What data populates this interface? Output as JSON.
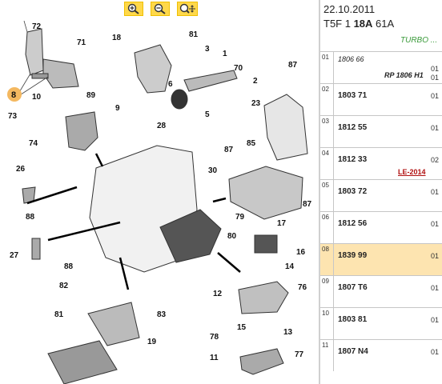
{
  "toolbar": {
    "zoom_in": "zoom-in-icon",
    "zoom_out": "zoom-out-icon",
    "zoom_pan": "zoom-pan-icon"
  },
  "diagram": {
    "callouts": [
      "72",
      "71",
      "8",
      "10",
      "89",
      "73",
      "9",
      "74",
      "18",
      "81",
      "3",
      "1",
      "70",
      "2",
      "6",
      "28",
      "5",
      "87",
      "23",
      "85",
      "87",
      "30",
      "26",
      "88",
      "27",
      "88",
      "79",
      "87",
      "80",
      "17",
      "16",
      "14",
      "82",
      "83",
      "81",
      "19",
      "12",
      "76",
      "13",
      "15",
      "78",
      "11",
      "77"
    ]
  },
  "header": {
    "date": "22.10.2011",
    "code_a": "T5F 1 ",
    "code_b": "18A",
    "code_c": " 61A",
    "variant": "TURBO ..."
  },
  "parts": [
    {
      "index": "01",
      "ref": "1806 66",
      "note": "RP 1806 H1",
      "qty": "01",
      "qty2": "01"
    },
    {
      "index": "02",
      "ref": "1803 71",
      "note": "",
      "qty": "01",
      "qty2": ""
    },
    {
      "index": "03",
      "ref": "1812 55",
      "note": "",
      "qty": "01",
      "qty2": ""
    },
    {
      "index": "04",
      "ref": "1812 33",
      "note": "LE-2014",
      "qty": "02",
      "qty2": ""
    },
    {
      "index": "05",
      "ref": "1803 72",
      "note": "",
      "qty": "01",
      "qty2": ""
    },
    {
      "index": "06",
      "ref": "1812 56",
      "note": "",
      "qty": "01",
      "qty2": ""
    },
    {
      "index": "08",
      "ref": "1839 99",
      "note": "",
      "qty": "01",
      "qty2": ""
    },
    {
      "index": "09",
      "ref": "1807 T6",
      "note": "",
      "qty": "01",
      "qty2": ""
    },
    {
      "index": "10",
      "ref": "1803 81",
      "note": "",
      "qty": "01",
      "qty2": ""
    },
    {
      "index": "11",
      "ref": "1807 N4",
      "note": "",
      "qty": "01",
      "qty2": ""
    }
  ]
}
